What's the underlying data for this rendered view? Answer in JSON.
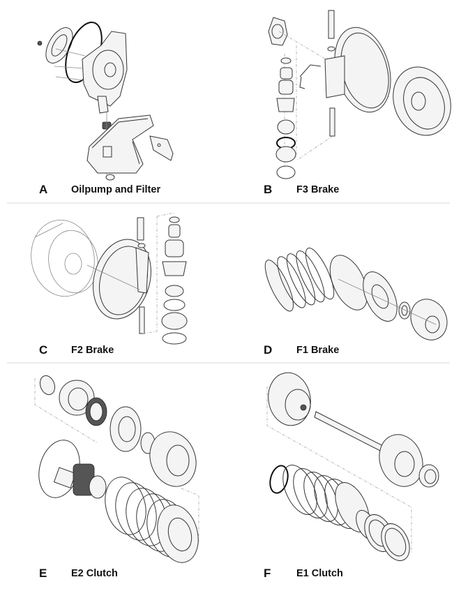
{
  "panels": [
    {
      "letter": "A",
      "title": "Oilpump and Filter",
      "illustration": "oilpump-filter-exploded-view"
    },
    {
      "letter": "B",
      "title": "F3 Brake",
      "illustration": "f3-brake-exploded-view"
    },
    {
      "letter": "C",
      "title": "F2 Brake",
      "illustration": "f2-brake-exploded-view"
    },
    {
      "letter": "D",
      "title": "F1 Brake",
      "illustration": "f1-brake-exploded-view"
    },
    {
      "letter": "E",
      "title": "E2 Clutch",
      "illustration": "e2-clutch-exploded-view"
    },
    {
      "letter": "F",
      "title": "E1 Clutch",
      "illustration": "e1-clutch-exploded-view"
    }
  ]
}
